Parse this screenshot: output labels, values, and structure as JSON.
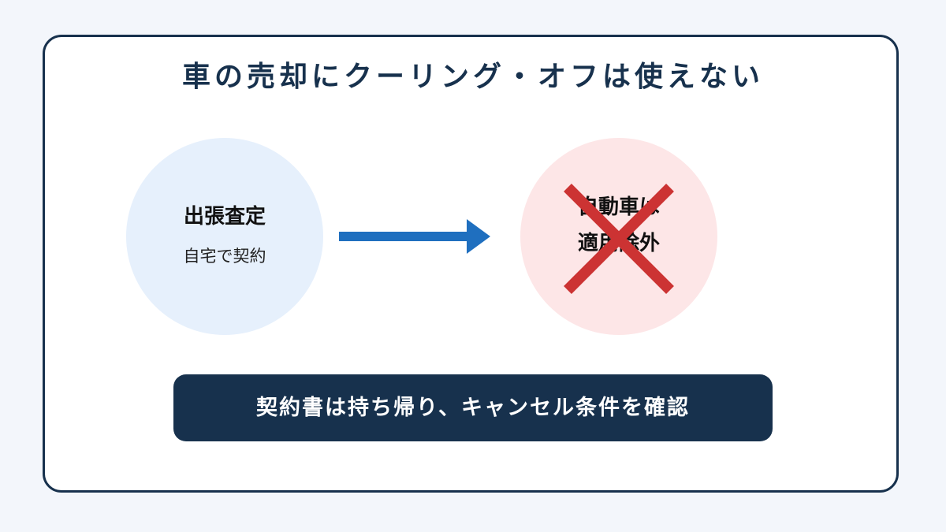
{
  "title": "車の売却にクーリング・オフは使えない",
  "left_circle": {
    "main": "出張査定",
    "sub": "自宅で契約"
  },
  "right_circle": {
    "line1": "自動車は",
    "line2": "適用除外"
  },
  "banner": {
    "text": "契約書は持ち帰り、キャンセル条件を確認"
  },
  "icons": {
    "arrow": "arrow-right-icon",
    "cross": "cross-mark-icon"
  },
  "colors": {
    "background": "#f3f6fb",
    "navy": "#17314d",
    "left_circle_fill": "#e6f0fc",
    "right_circle_fill": "#fde6e7",
    "arrow": "#1f6fbf",
    "cross": "#cc3333"
  }
}
